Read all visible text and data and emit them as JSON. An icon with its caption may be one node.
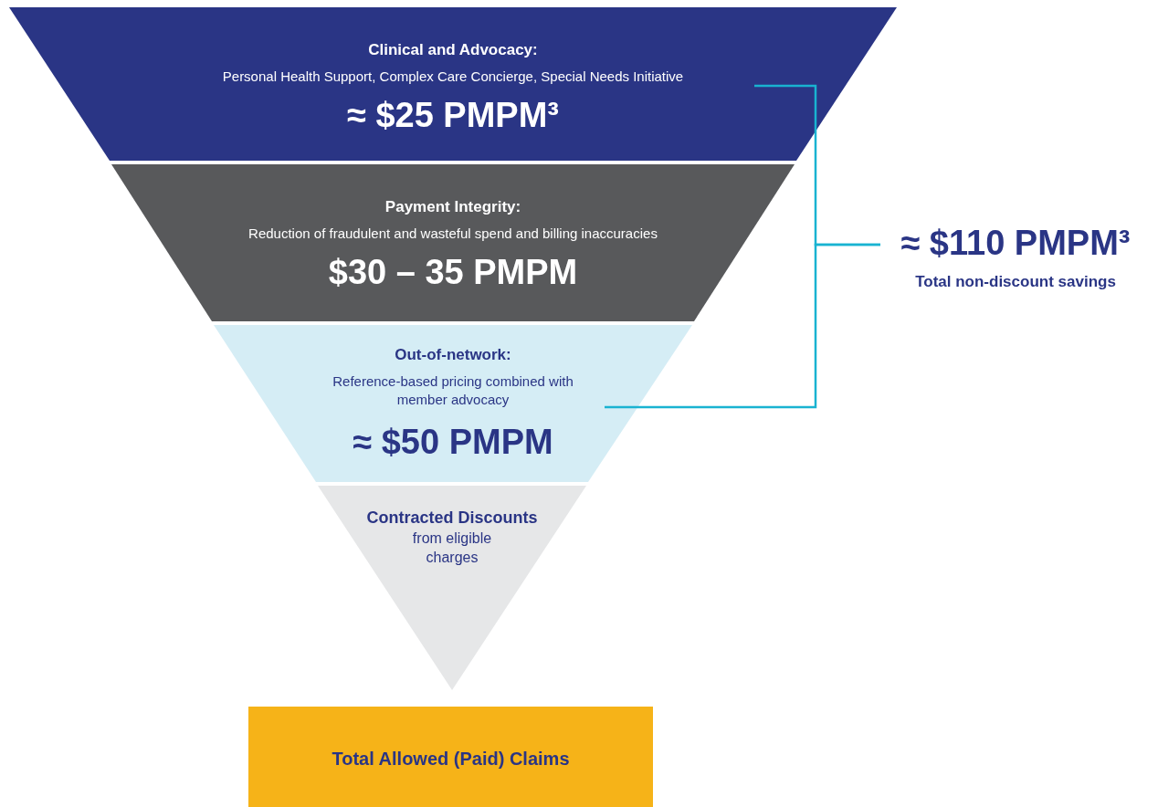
{
  "diagram": {
    "nodes": [
      {
        "text": [
          "Clinical and Advocacy:",
          "Personal Health Support, Complex Care Concierge, Special Needs Initiative",
          "≈ $25 PMPM³"
        ]
      },
      {
        "text": [
          "Payment Integrity:",
          "Reduction of fraudulent and wasteful spend and billing inaccuracies",
          "$30 – 35 PMPM"
        ]
      },
      {
        "text": [
          "Out-of-network:",
          "Reference-based pricing combined with member advocacy",
          "≈ $50 PMPM"
        ]
      },
      {
        "text": [
          "Contracted Discounts",
          "from eligible charges"
        ]
      },
      {
        "text": [
          "Total Allowed (Paid) Claims"
        ]
      },
      {
        "text": [
          "≈ $110 PMPM³",
          "Total non-discount savings"
        ]
      }
    ],
    "edges": [
      {
        "from": 0,
        "to": 5,
        "arrow": "none"
      },
      {
        "from": 2,
        "to": 5,
        "arrow": "none"
      }
    ]
  }
}
